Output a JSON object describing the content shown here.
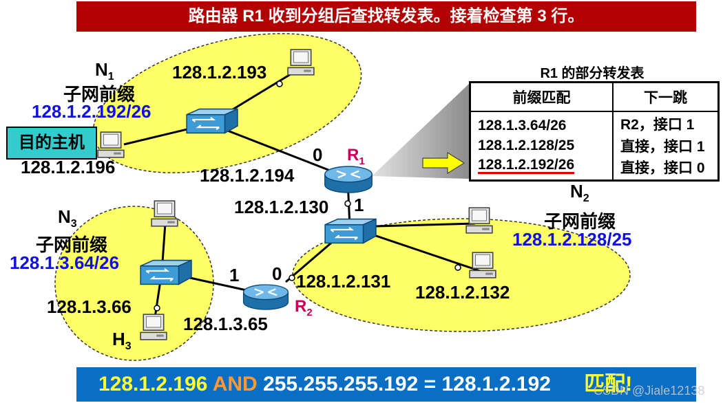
{
  "banner": {
    "text": "路由器 R1 收到分组后查找转发表。接着检查第 3 行。"
  },
  "subnets": {
    "n1": {
      "name_main": "N",
      "name_sub": "1",
      "label": "子网前缀",
      "prefix": "128.1.2.192/26"
    },
    "n2": {
      "name_main": "N",
      "name_sub": "2",
      "label": "子网前缀",
      "prefix": "128.1.2.128/25"
    },
    "n3": {
      "name_main": "N",
      "name_sub": "3",
      "label": "子网前缀",
      "prefix": "128.1.3.64/26"
    }
  },
  "hosts": {
    "h_n1_top": "128.1.2.193",
    "h_dest": "128.1.2.196",
    "h_n2_mid": "128.1.2.132",
    "h3_ip": "128.1.3.66",
    "h3_name_main": "H",
    "h3_name_sub": "3"
  },
  "dest_label": "目的主机",
  "routers": {
    "r1": {
      "name_main": "R",
      "name_sub": "1",
      "if0_num": "0",
      "if0_ip": "128.1.2.194",
      "if1_num": "1",
      "if1_ip": "128.1.2.130"
    },
    "r2": {
      "name_main": "R",
      "name_sub": "2",
      "if0_num": "0",
      "if0_ip": "128.1.2.131",
      "if1_num": "1",
      "if1_ip": "128.1.3.65"
    }
  },
  "table": {
    "title": "R1 的部分转发表",
    "headers": [
      "前缀匹配",
      "下一跳"
    ],
    "rows": [
      [
        "128.1.3.64/26",
        "R2，接口 1"
      ],
      [
        "128.1.2.128/25",
        "直接，接口 1"
      ],
      [
        "128.1.2.192/26",
        "直接，接口 0"
      ]
    ],
    "highlight_row": 3
  },
  "bottom": {
    "addr": "128.1.2.196",
    "op": "AND",
    "rest": "255.255.255.192 = 128.1.2.192",
    "result": "匹配!"
  },
  "watermark": "CSDN @Jiale12138",
  "colors": {
    "banner": "#b30000",
    "bottom_bar": "#0a6fc4",
    "subnet_fill": "#ffff66",
    "prefix_text": "#1010e0",
    "router_label": "#c8005a",
    "dest_box": "#33cccc",
    "arrow": "#ffff00"
  }
}
